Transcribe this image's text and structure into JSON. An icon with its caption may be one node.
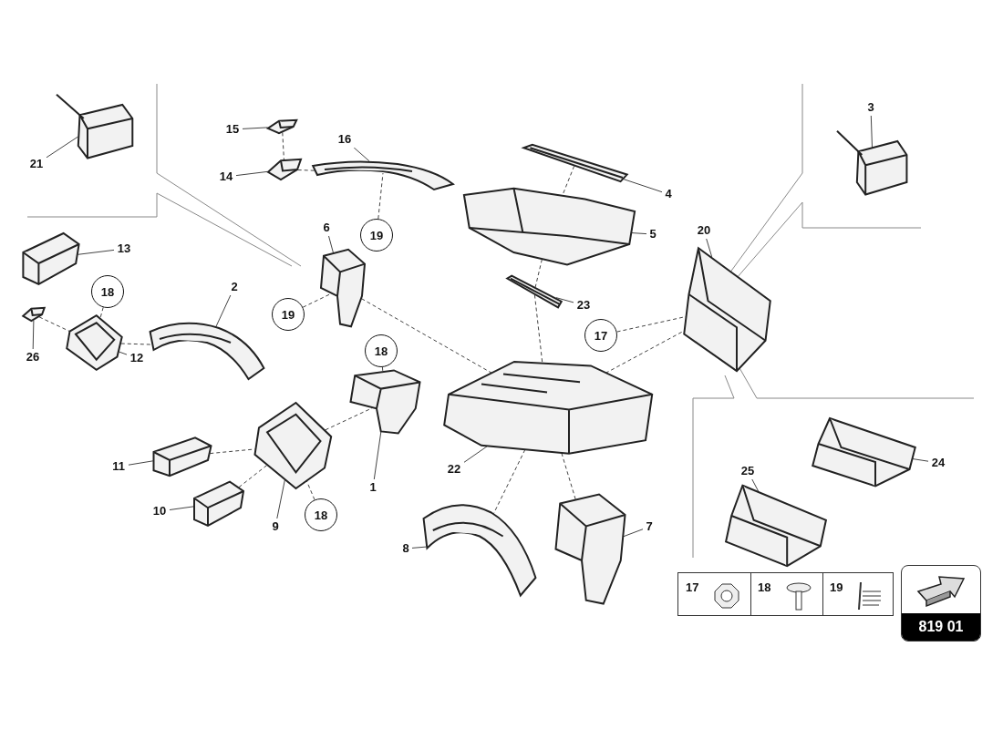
{
  "diagram": {
    "nodes": [
      {
        "text": [
          "21"
        ]
      },
      {
        "text": [],
        "shape": "picture"
      },
      {
        "text": [
          "15"
        ]
      },
      {
        "text": [],
        "shape": "picture"
      },
      {
        "text": [
          "16"
        ]
      },
      {
        "text": [],
        "shape": "picture"
      },
      {
        "text": [
          "14"
        ]
      },
      {
        "text": [],
        "shape": "picture"
      },
      {
        "text": [
          "3"
        ]
      },
      {
        "text": [],
        "shape": "picture"
      },
      {
        "text": [
          "4"
        ]
      },
      {
        "text": [],
        "shape": "picture"
      },
      {
        "text": [
          "5"
        ]
      },
      {
        "text": [],
        "shape": "picture"
      },
      {
        "text": [
          "19"
        ]
      },
      {
        "text": [
          "6"
        ]
      },
      {
        "text": [],
        "shape": "picture"
      },
      {
        "text": [
          "20"
        ]
      },
      {
        "text": [],
        "shape": "picture"
      },
      {
        "text": [
          "13"
        ]
      },
      {
        "text": [],
        "shape": "picture"
      },
      {
        "text": [
          "2"
        ]
      },
      {
        "text": [],
        "shape": "picture"
      },
      {
        "text": [
          "18"
        ]
      },
      {
        "text": [
          "23"
        ]
      },
      {
        "text": [],
        "shape": "picture"
      },
      {
        "text": [
          "19"
        ]
      },
      {
        "text": [
          "26"
        ]
      },
      {
        "text": [],
        "shape": "picture"
      },
      {
        "text": [
          "12"
        ]
      },
      {
        "text": [],
        "shape": "picture"
      },
      {
        "text": [
          "17"
        ]
      },
      {
        "text": [
          "18"
        ]
      },
      {
        "text": [],
        "shape": "picture"
      },
      {
        "text": [],
        "shape": "picture"
      },
      {
        "text": [
          "11"
        ]
      },
      {
        "text": [],
        "shape": "picture"
      },
      {
        "text": [
          "10"
        ]
      },
      {
        "text": [],
        "shape": "picture"
      },
      {
        "text": [
          "9"
        ]
      },
      {
        "text": [],
        "shape": "picture"
      },
      {
        "text": [
          "1"
        ]
      },
      {
        "text": [
          "22"
        ]
      },
      {
        "text": [
          "24"
        ]
      },
      {
        "text": [],
        "shape": "picture"
      },
      {
        "text": [
          "25"
        ]
      },
      {
        "text": [],
        "shape": "picture"
      },
      {
        "text": [
          "18"
        ]
      },
      {
        "text": [
          "8"
        ]
      },
      {
        "text": [],
        "shape": "picture"
      },
      {
        "text": [
          "7"
        ]
      },
      {
        "text": [],
        "shape": "picture"
      }
    ],
    "edges": [
      {
        "from": 0,
        "to": 1,
        "arrow": "none"
      },
      {
        "from": 2,
        "to": 3,
        "arrow": "none"
      },
      {
        "from": 4,
        "to": 5,
        "arrow": "none"
      },
      {
        "from": 6,
        "to": 7,
        "arrow": "none"
      },
      {
        "from": 8,
        "to": 9,
        "arrow": "none"
      },
      {
        "from": 10,
        "to": 11,
        "arrow": "none"
      },
      {
        "from": 12,
        "to": 13,
        "arrow": "none"
      },
      {
        "from": 15,
        "to": 16,
        "arrow": "none"
      },
      {
        "from": 17,
        "to": 18,
        "arrow": "none"
      },
      {
        "from": 19,
        "to": 20,
        "arrow": "none"
      },
      {
        "from": 21,
        "to": 22,
        "arrow": "none"
      },
      {
        "from": 24,
        "to": 25,
        "arrow": "none"
      },
      {
        "from": 27,
        "to": 28,
        "arrow": "none"
      },
      {
        "from": 29,
        "to": 30,
        "arrow": "none"
      },
      {
        "from": 35,
        "to": 36,
        "arrow": "none"
      },
      {
        "from": 37,
        "to": 38,
        "arrow": "none"
      },
      {
        "from": 39,
        "to": 40,
        "arrow": "none"
      },
      {
        "from": 41,
        "to": 33,
        "arrow": "none"
      },
      {
        "from": 42,
        "to": 34,
        "arrow": "none"
      },
      {
        "from": 43,
        "to": 44,
        "arrow": "none"
      },
      {
        "from": 45,
        "to": 46,
        "arrow": "none"
      },
      {
        "from": 48,
        "to": 49,
        "arrow": "none"
      },
      {
        "from": 50,
        "to": 51,
        "arrow": "none"
      },
      {
        "from": 14,
        "to": 5,
        "arrow": "none",
        "style": "dashed"
      },
      {
        "from": 23,
        "to": 30,
        "arrow": "none",
        "style": "dashed"
      },
      {
        "from": 26,
        "to": 16,
        "arrow": "none",
        "style": "dashed"
      },
      {
        "from": 32,
        "to": 33,
        "arrow": "none",
        "style": "dashed"
      },
      {
        "from": 31,
        "to": 18,
        "arrow": "none",
        "style": "dashed"
      },
      {
        "from": 47,
        "to": 40,
        "arrow": "none",
        "style": "dashed"
      },
      {
        "from": 3,
        "to": 7,
        "arrow": "none",
        "style": "dashed"
      },
      {
        "from": 7,
        "to": 5,
        "arrow": "none",
        "style": "dashed"
      },
      {
        "from": 11,
        "to": 13,
        "arrow": "none",
        "style": "dashed"
      },
      {
        "from": 13,
        "to": 25,
        "arrow": "none",
        "style": "dashed"
      },
      {
        "from": 25,
        "to": 34,
        "arrow": "none",
        "style": "dashed"
      },
      {
        "from": 28,
        "to": 30,
        "arrow": "none",
        "style": "dashed"
      },
      {
        "from": 30,
        "to": 22,
        "arrow": "none",
        "style": "dashed"
      },
      {
        "from": 16,
        "to": 34,
        "arrow": "none",
        "style": "dashed"
      },
      {
        "from": 40,
        "to": 33,
        "arrow": "none",
        "style": "dashed"
      },
      {
        "from": 36,
        "to": 40,
        "arrow": "none",
        "style": "dashed"
      },
      {
        "from": 38,
        "to": 40,
        "arrow": "none",
        "style": "dashed"
      },
      {
        "from": 34,
        "to": 49,
        "arrow": "none",
        "style": "dashed"
      },
      {
        "from": 34,
        "to": 51,
        "arrow": "none",
        "style": "dashed"
      },
      {
        "from": 34,
        "to": 18,
        "arrow": "none",
        "style": "dashed"
      }
    ],
    "labels": [
      "17",
      "18",
      "19",
      "819 01"
    ]
  }
}
